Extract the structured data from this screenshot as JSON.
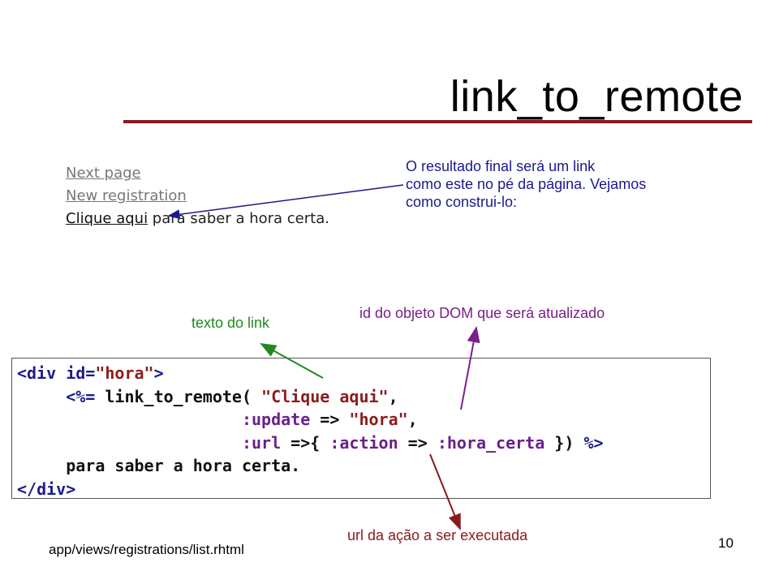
{
  "slide": {
    "title": "link_to_remote",
    "page_number": "10",
    "footer_path": "app/views/registrations/list.rhtml"
  },
  "screenshot_links": {
    "next_page": "Next page",
    "new_registration": "New registration",
    "clique_aqui": "Clique aqui",
    "rest_text": " para saber a hora certa."
  },
  "note": {
    "line1": "O resultado final será um link",
    "line2": "como este no pé da página. Vejamos",
    "line3": "como construi-lo:"
  },
  "annotations": {
    "link_text": "texto do link",
    "dom_id": "id do objeto DOM que será atualizado",
    "url_action": "url da ação a ser executada"
  },
  "code": {
    "l1_open": "<div ",
    "l1_attr": "id=",
    "l1_val": "\"hora\"",
    "l1_close": ">",
    "l2_indent": "     ",
    "l2_erb": "<%=",
    "l2_fn": " link_to_remote( ",
    "l2_str": "\"Clique aqui\"",
    "l2_comma": ",",
    "l3_indent": "                       ",
    "l3_sym": ":update",
    "l3_arrow": " => ",
    "l3_str": "\"hora\"",
    "l3_comma": ",",
    "l4_indent": "                       ",
    "l4_sym": ":url",
    "l4_arrow": " =>{ ",
    "l4_sym2": ":action",
    "l4_arrow2": " => ",
    "l4_sym3": ":hora_certa",
    "l4_close": " }) ",
    "l4_erb": "%>",
    "l5": "     para saber a hora certa.",
    "l6": "</div>"
  },
  "colors": {
    "title_rule": "#8b1a1a",
    "arrow_blue": "#1a1a8c",
    "arrow_green": "#1e8a1e",
    "arrow_purple": "#7a1f8a",
    "arrow_red": "#8b1a1a"
  }
}
